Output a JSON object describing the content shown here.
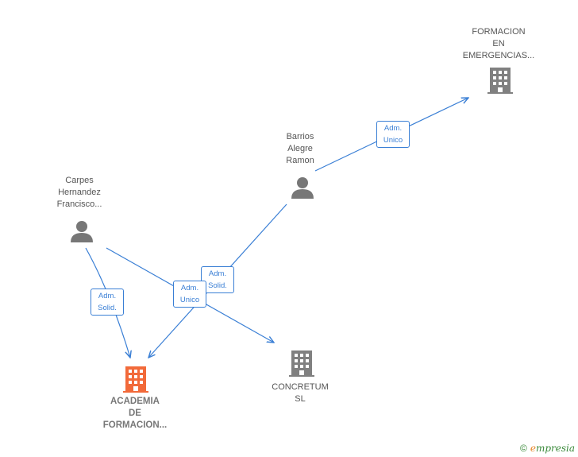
{
  "colors": {
    "edge": "#3a7fd5",
    "company": "#808080",
    "company_main": "#f26a3a",
    "person": "#777777"
  },
  "nodes": {
    "formacion": {
      "lines": [
        "FORMACION",
        "EN",
        "EMERGENCIAS..."
      ],
      "icon": "building-icon"
    },
    "barrios": {
      "lines": [
        "Barrios",
        "Alegre",
        "Ramon"
      ],
      "icon": "person-icon"
    },
    "carpes": {
      "lines": [
        "Carpes",
        "Hernandez",
        "Francisco..."
      ],
      "icon": "person-icon"
    },
    "academia": {
      "lines": [
        "ACADEMIA",
        "DE",
        "FORMACION..."
      ],
      "icon": "building-icon"
    },
    "concretum": {
      "lines": [
        "CONCRETUM",
        "SL"
      ],
      "icon": "building-icon"
    }
  },
  "edges": {
    "barrios_formacion": {
      "lines": [
        "Adm.",
        "Unico"
      ]
    },
    "barrios_academia": {
      "lines": [
        "Adm.",
        "Solid."
      ]
    },
    "carpes_concretum": {
      "lines": [
        "Adm.",
        "Unico"
      ]
    },
    "carpes_academia": {
      "lines": [
        "Adm.",
        "Solid."
      ]
    }
  },
  "footer": {
    "symbol": "©",
    "brand_initial": "e",
    "brand_rest": "mpresia"
  }
}
